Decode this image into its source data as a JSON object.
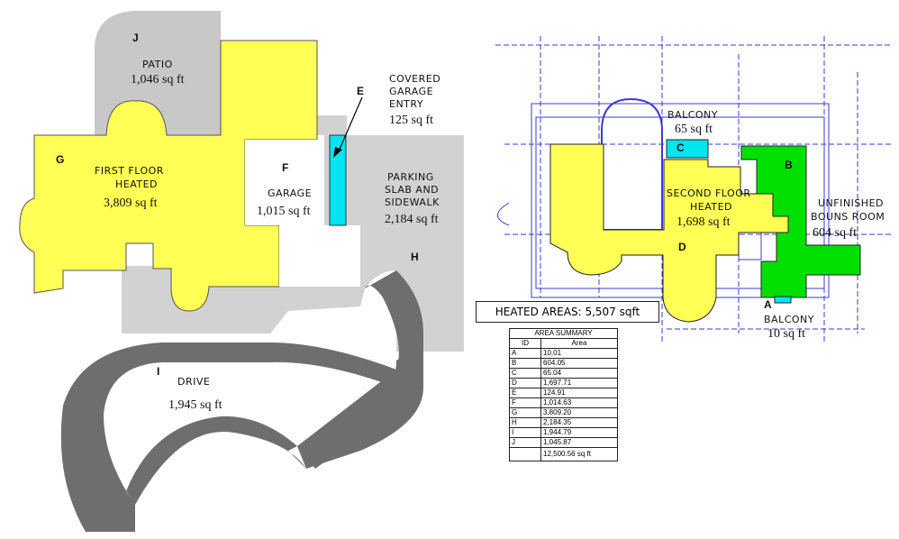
{
  "colors": {
    "heated": "#ffff55",
    "patio": "#c8c8c8",
    "parking": "#d2d2d2",
    "drive": "#6e6e6e",
    "covered": "#00e5f0",
    "bonus": "#00e000",
    "grid": "#3b3bd6"
  },
  "first_floor": {
    "patio": {
      "id": "J",
      "name": "PATIO",
      "area": "1,046 sq ft"
    },
    "first_floor_heated": {
      "id": "G",
      "name1": "FIRST FLOOR",
      "name2": "HEATED",
      "area": "3,809 sq ft"
    },
    "garage": {
      "id": "F",
      "name": "GARAGE",
      "area": "1,015 sq ft"
    },
    "covered_entry": {
      "id": "E",
      "name1": "COVERED",
      "name2": "GARAGE",
      "name3": "ENTRY",
      "area": "125 sq ft"
    },
    "parking": {
      "id": "H",
      "name1": "PARKING",
      "name2": "SLAB AND",
      "name3": "SIDEWALK",
      "area": "2,184 sq ft"
    },
    "drive": {
      "id": "I",
      "name": "DRIVE",
      "area": "1,945 sq ft"
    }
  },
  "second_floor": {
    "balcony_c": {
      "id": "C",
      "name": "BALCONY",
      "area": "65 sq ft"
    },
    "second_heated": {
      "id": "D",
      "name1": "SECOND FLOOR",
      "name2": "HEATED",
      "area": "1,698 sq ft"
    },
    "bonus": {
      "id": "B",
      "name1": "UNFINISHED",
      "name2": "BOUNS ROOM",
      "area": "604 sq ft"
    },
    "balcony_a": {
      "id": "A",
      "name": "BALCONY",
      "area": "10 sq ft"
    },
    "heated_areas": "HEATED AREAS: 5,507 sqft"
  },
  "area_summary": {
    "title": "AREA SUMMARY",
    "headers": [
      "ID",
      "Area"
    ],
    "rows": [
      {
        "id": "A",
        "area": "10.01"
      },
      {
        "id": "B",
        "area": "604.05"
      },
      {
        "id": "C",
        "area": "65.04"
      },
      {
        "id": "D",
        "area": "1,697.71"
      },
      {
        "id": "E",
        "area": "124.91"
      },
      {
        "id": "F",
        "area": "1,014.63"
      },
      {
        "id": "G",
        "area": "3,809.20"
      },
      {
        "id": "H",
        "area": "2,184.35"
      },
      {
        "id": "I",
        "area": "1,944.79"
      },
      {
        "id": "J",
        "area": "1,045.87"
      }
    ],
    "total": "12,500.56 sq ft"
  }
}
